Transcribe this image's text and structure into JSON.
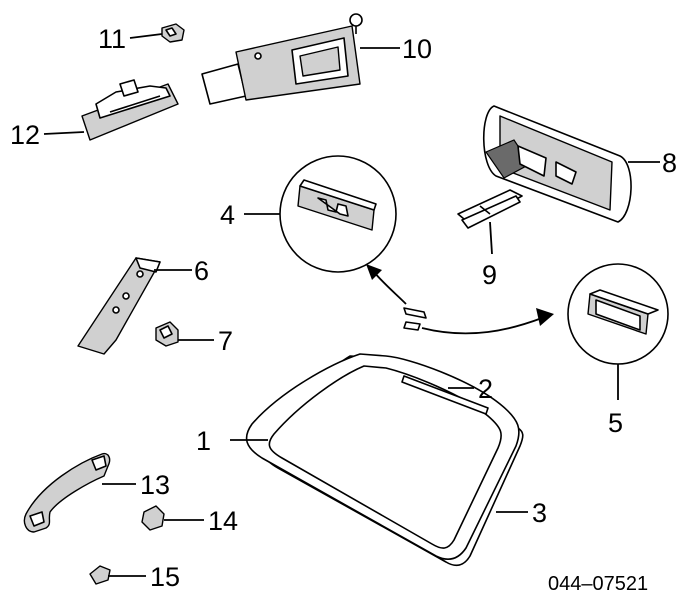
{
  "callouts": {
    "c1": "1",
    "c2": "2",
    "c3": "3",
    "c4": "4",
    "c5": "5",
    "c6": "6",
    "c7": "7",
    "c8": "8",
    "c9": "9",
    "c10": "10",
    "c11": "11",
    "c12": "12",
    "c13": "13",
    "c14": "14",
    "c15": "15"
  },
  "diagram_code": "044–07521"
}
